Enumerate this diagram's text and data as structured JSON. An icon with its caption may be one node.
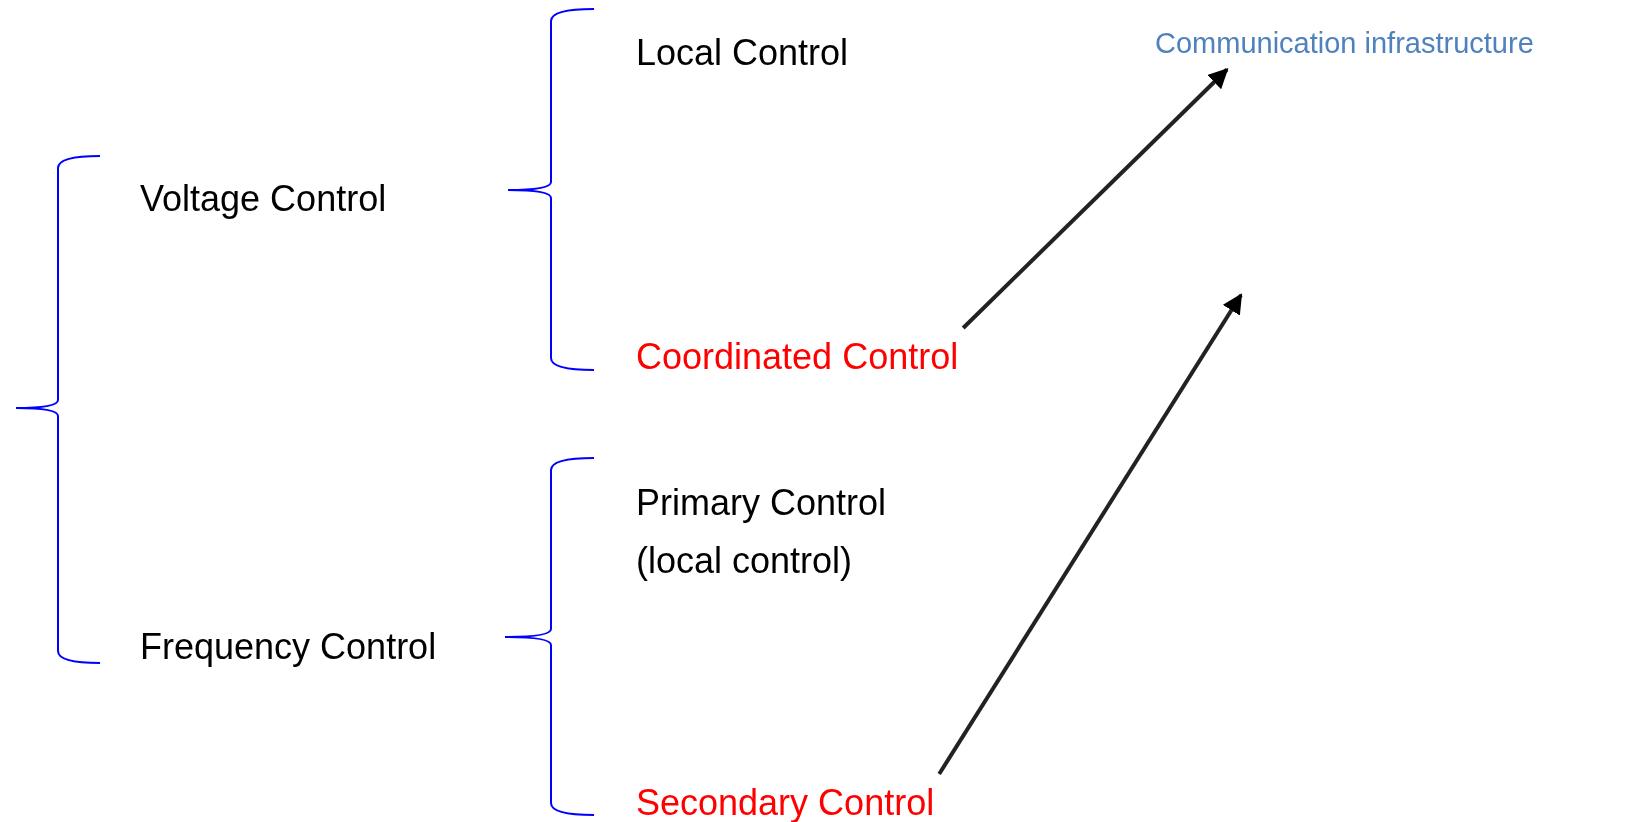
{
  "diagram": {
    "nodes": [
      {
        "text": [
          "Voltage Control"
        ]
      },
      {
        "text": [
          "Local Control"
        ]
      },
      {
        "text": [
          "Coordinated Control"
        ]
      },
      {
        "text": [
          "Frequency Control"
        ]
      },
      {
        "text": [
          "Primary Control (local control)"
        ]
      },
      {
        "text": [
          "Secondary Control"
        ]
      },
      {
        "text": [
          "Communication infrastructure"
        ]
      }
    ],
    "edges": [
      {
        "from": 2,
        "to": 6,
        "arrow": "to"
      },
      {
        "from": 5,
        "to": null,
        "arrow": "to"
      }
    ]
  }
}
